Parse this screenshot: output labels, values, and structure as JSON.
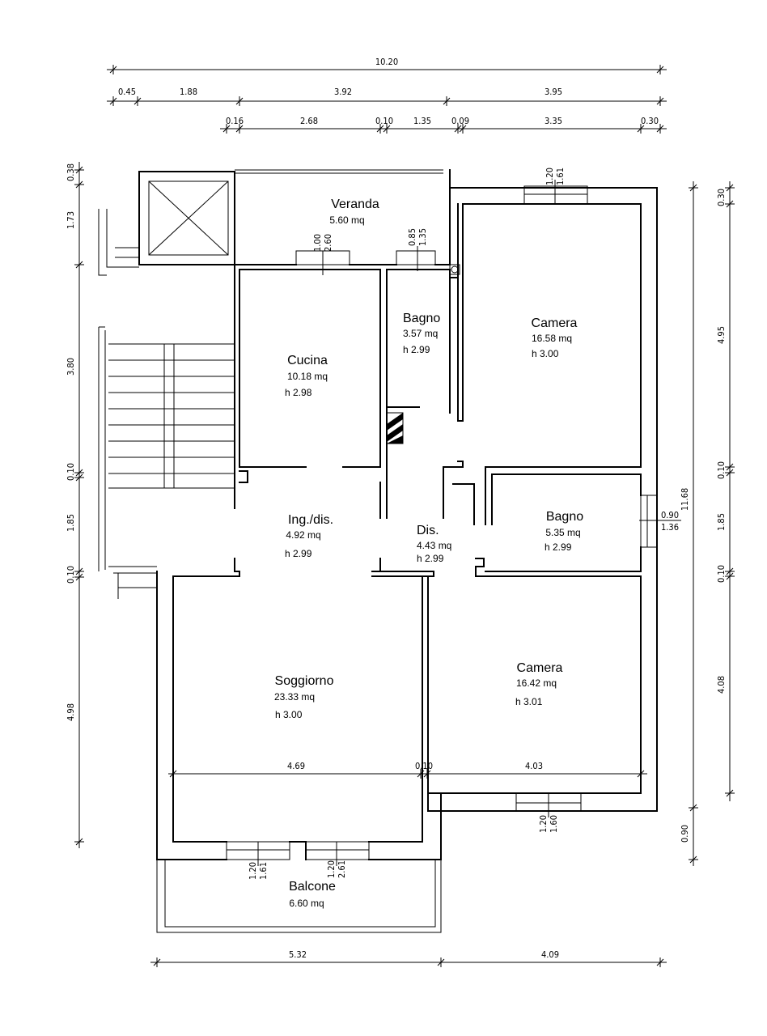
{
  "rooms": {
    "veranda": {
      "name": "Veranda",
      "area": "5.60 mq"
    },
    "bagno1": {
      "name": "Bagno",
      "area": "3.57 mq",
      "height": "h 2.99"
    },
    "camera1": {
      "name": "Camera",
      "area": "16.58 mq",
      "height": "h 3.00"
    },
    "cucina": {
      "name": "Cucina",
      "area": "10.18 mq",
      "height": "h 2.98"
    },
    "ingresso": {
      "name": "Ing./dis.",
      "area": "4.92 mq",
      "height": "h 2.99"
    },
    "dis": {
      "name": "Dis.",
      "area": "4.43 mq",
      "height": "h 2.99"
    },
    "bagno2": {
      "name": "Bagno",
      "area": "5.35 mq",
      "height": "h 2.99"
    },
    "soggiorno": {
      "name": "Soggiorno",
      "area": "23.33 mq",
      "height": "h 3.00"
    },
    "camera2": {
      "name": "Camera",
      "area": "16.42 mq",
      "height": "h 3.01"
    },
    "balcone": {
      "name": "Balcone",
      "area": "6.60 mq"
    }
  },
  "dimensions": {
    "top_total": "10.20",
    "top_row2": [
      "0.45",
      "1.88",
      "3.92",
      "3.95"
    ],
    "top_row3": [
      "0.16",
      "2.68",
      "0.10",
      "1.35",
      "0.09",
      "3.35",
      "0.30"
    ],
    "left": [
      "0.38",
      "1.73",
      "3.80",
      "0.10",
      "1.85",
      "0.10",
      "4.98"
    ],
    "right_inner": [
      "0.30",
      "4.95",
      "0.10",
      "1.85",
      "0.10",
      "4.08"
    ],
    "right_total": "11.68",
    "right_bottom": "0.90",
    "bottom": [
      "5.32",
      "4.09"
    ],
    "interior": [
      "4.69",
      "0.10",
      "4.03"
    ]
  },
  "openings": {
    "cucina_window": [
      "1.00",
      "2.60"
    ],
    "bagno1_window": [
      "0.85",
      "1.35"
    ],
    "camera1_window": [
      "1.20",
      "1.61"
    ],
    "bagno2_window": [
      "0.90",
      "1.36"
    ],
    "camera2_window": [
      "1.20",
      "1.60"
    ],
    "soggiorno_window": [
      "1.20",
      "1.61"
    ],
    "balcone_door": [
      "1.20",
      "2.61"
    ]
  }
}
